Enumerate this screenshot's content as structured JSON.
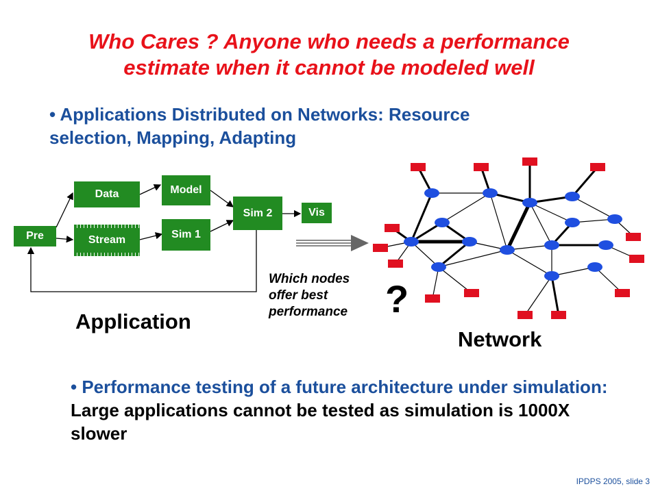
{
  "title": {
    "line1": "Who Cares ? Anyone who needs a performance",
    "line2": "estimate when it cannot be modeled well"
  },
  "bullet1": {
    "marker": "•",
    "text_line1": "Applications Distributed on Networks: Resource",
    "text_line2": "selection, Mapping, Adapting"
  },
  "app_diagram": {
    "boxes": {
      "pre": "Pre",
      "data": "Data",
      "stream": "Stream",
      "model": "Model",
      "sim1": "Sim 1",
      "sim2": "Sim 2",
      "vis": "Vis"
    },
    "label": "Application"
  },
  "network": {
    "label": "Network",
    "question_line1": "Which nodes",
    "question_line2": "offer best",
    "question_line3": "performance",
    "question_mark": "?"
  },
  "bullet2": {
    "marker": "•",
    "part_blue": "Performance testing of a future architecture under simulation:",
    "part_black": " Large applications cannot be tested as simulation is 1000X slower"
  },
  "footer": "IPDPS 2005,  slide 3",
  "colors": {
    "title": "#e8121a",
    "text_blue": "#1b4f9c",
    "box_green": "#228b22",
    "node_blue": "#1f4fe0",
    "leaf_red": "#e01020"
  }
}
